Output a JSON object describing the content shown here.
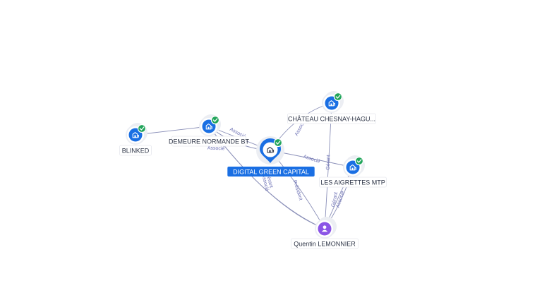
{
  "nodes": [
    {
      "id": "digital",
      "label": "DIGITAL GREEN CAPITAL",
      "type": "company",
      "main": true,
      "verified": true
    },
    {
      "id": "demeure",
      "label": "DEMEURE NORMANDE BT",
      "type": "company",
      "main": false,
      "verified": true
    },
    {
      "id": "blinked",
      "label": "BLINKED",
      "type": "company",
      "main": false,
      "verified": true
    },
    {
      "id": "chateau",
      "label": "CHÂTEAU CHESNAY-HAGU...",
      "type": "company",
      "main": false,
      "verified": true
    },
    {
      "id": "aigrettes",
      "label": "LES AIGRETTES MTP",
      "type": "company",
      "main": false,
      "verified": true
    },
    {
      "id": "quentin",
      "label": "Quentin LEMONNIER",
      "type": "person",
      "main": false,
      "verified": false
    }
  ],
  "edges": [
    {
      "from": "blinked",
      "to": "demeure",
      "label": ""
    },
    {
      "from": "demeure",
      "to": "digital",
      "label": "Associé"
    },
    {
      "from": "digital",
      "to": "demeure",
      "label": "Associé"
    },
    {
      "from": "digital",
      "to": "chateau",
      "label": "Associé"
    },
    {
      "from": "digital",
      "to": "aigrettes",
      "label": "Associé"
    },
    {
      "from": "quentin",
      "to": "digital",
      "label": "Président"
    },
    {
      "from": "quentin",
      "to": "demeure",
      "label": "Gérant"
    },
    {
      "from": "quentin",
      "to": "demeure",
      "label": "Associé"
    },
    {
      "from": "quentin",
      "to": "chateau",
      "label": "Gérant"
    },
    {
      "from": "quentin",
      "to": "aigrettes",
      "label": "Gérant"
    },
    {
      "from": "quentin",
      "to": "aigrettes",
      "label": "Associé"
    }
  ],
  "colors": {
    "company": "#1a6fe3",
    "person": "#8b55e6",
    "verified": "#22a55b",
    "edge": "#8a8fb8",
    "edge_label": "#6b6fb4"
  },
  "icons": {
    "company": "building-icon",
    "person": "user-icon",
    "verified": "check-icon"
  }
}
